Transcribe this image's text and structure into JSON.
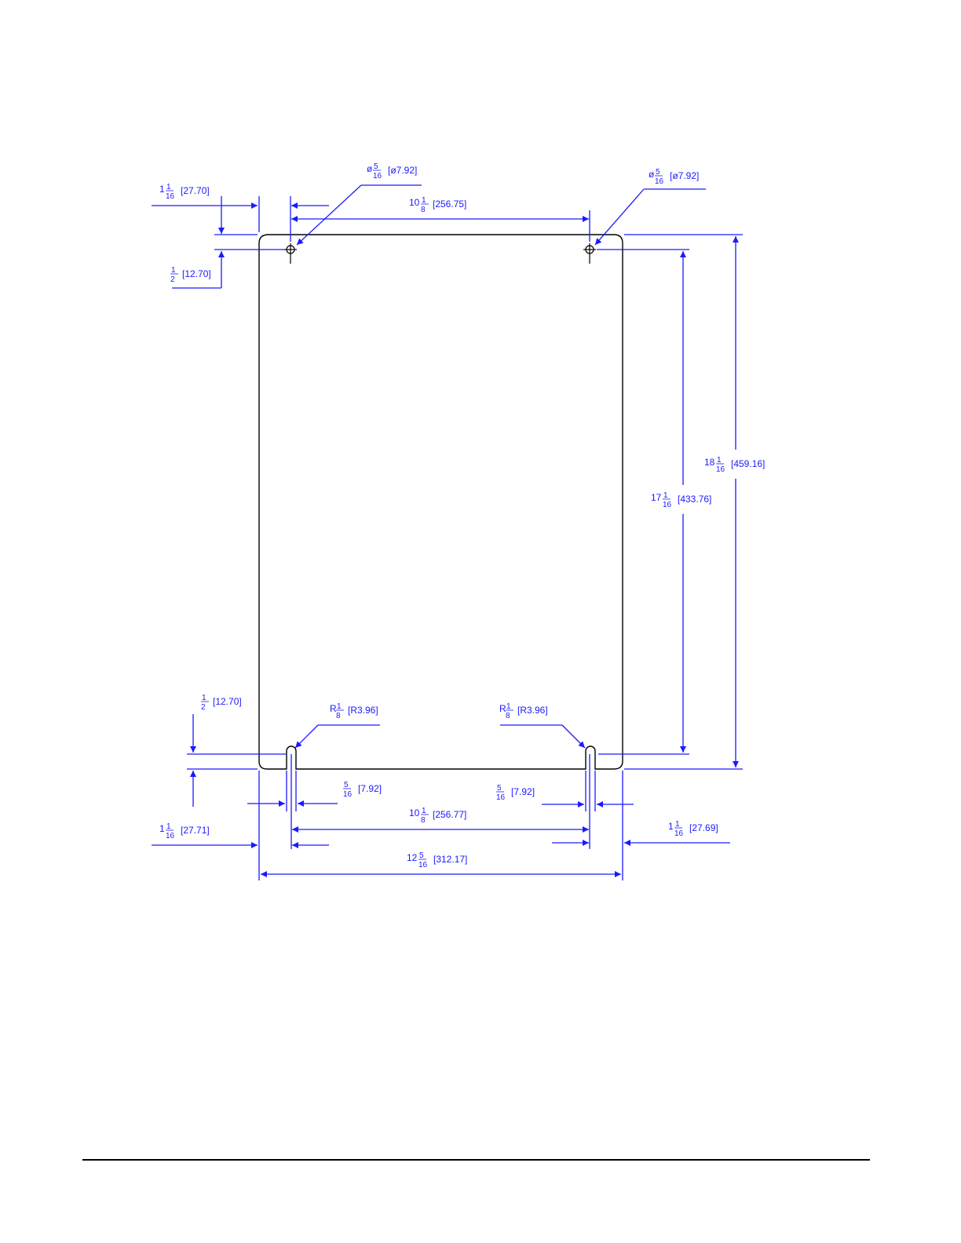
{
  "colors": {
    "dimension": "#1a1aff",
    "outline": "#000000",
    "background": "#ffffff"
  },
  "dims": {
    "hole_left": {
      "whole": "ø",
      "num": "5",
      "den": "16",
      "metric": "[ø7.92]"
    },
    "hole_right": {
      "whole": "ø",
      "num": "5",
      "den": "16",
      "metric": "[ø7.92]"
    },
    "top_left_x": {
      "whole": "1",
      "num": "1",
      "den": "16",
      "metric": "[27.70]"
    },
    "top_hole_spacing": {
      "whole": "10",
      "num": "1",
      "den": "8",
      "metric": "[256.75]"
    },
    "top_left_y": {
      "whole": "",
      "num": "1",
      "den": "2",
      "metric": "[12.70]"
    },
    "overall_height": {
      "whole": "18",
      "num": "1",
      "den": "16",
      "metric": "[459.16]"
    },
    "hole_height": {
      "whole": "17",
      "num": "1",
      "den": "16",
      "metric": "[433.76]"
    },
    "bottom_slot_y": {
      "whole": "",
      "num": "1",
      "den": "2",
      "metric": "[12.70]"
    },
    "radius_left": {
      "whole": "R",
      "num": "1",
      "den": "8",
      "metric": "[R3.96]"
    },
    "radius_right": {
      "whole": "R",
      "num": "1",
      "den": "8",
      "metric": "[R3.96]"
    },
    "slot_width_left": {
      "whole": "",
      "num": "5",
      "den": "16",
      "metric": "[7.92]"
    },
    "slot_width_right": {
      "whole": "",
      "num": "5",
      "den": "16",
      "metric": "[7.92]"
    },
    "bottom_slot_spacing": {
      "whole": "10",
      "num": "1",
      "den": "8",
      "metric": "[256.77]"
    },
    "bottom_left_x": {
      "whole": "1",
      "num": "1",
      "den": "16",
      "metric": "[27.71]"
    },
    "bottom_right_x": {
      "whole": "1",
      "num": "1",
      "den": "16",
      "metric": "[27.69]"
    },
    "overall_width": {
      "whole": "12",
      "num": "5",
      "den": "16",
      "metric": "[312.17]"
    }
  }
}
